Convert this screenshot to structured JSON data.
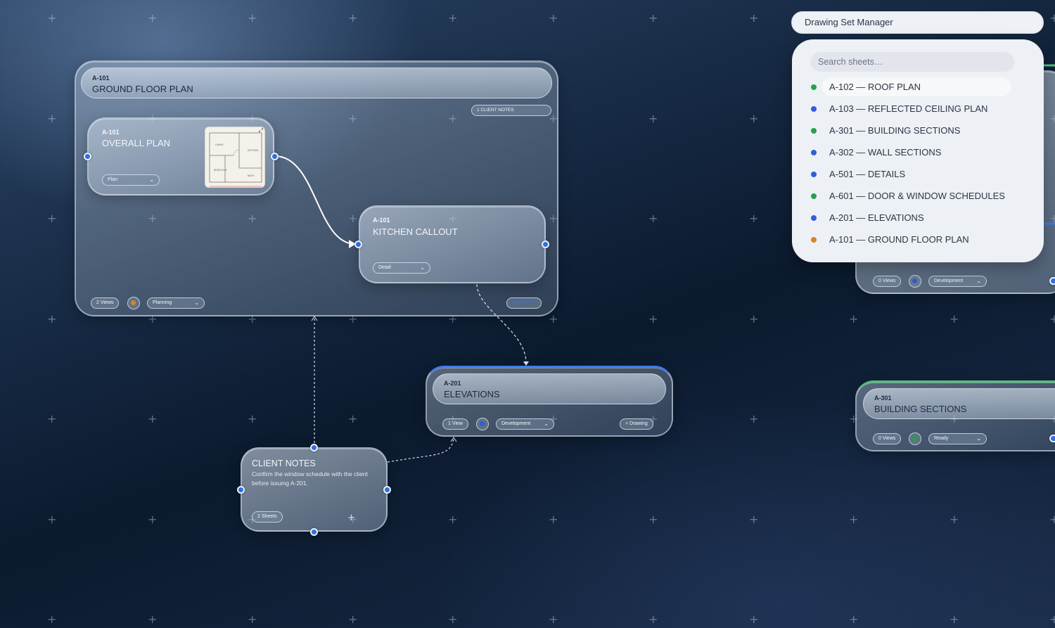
{
  "colors": {
    "accent_blue": "#2f6fe0",
    "status_green": "#22a34a",
    "status_blue": "#2f5ed8",
    "status_orange": "#d9822b",
    "elevations_border": "#3b7bea",
    "sections_border": "#53c07a"
  },
  "ground_floor": {
    "code": "A-101",
    "title": "GROUND FLOOR PLAN",
    "client_notes_tag": "1 CLIENT NOTES",
    "views": "2 Views",
    "status": "Planning",
    "pdf": "PDF V2"
  },
  "overall_plan": {
    "code": "A-101",
    "title": "OVERALL PLAN",
    "type": "Plan",
    "thumb_labels": [
      "LIVING",
      "KITCHEN",
      "BEDROOM",
      "BATH"
    ]
  },
  "kitchen_callout": {
    "code": "A-101",
    "title": "KITCHEN CALLOUT",
    "type": "Detail"
  },
  "elevations": {
    "code": "A-201",
    "title": "ELEVATIONS",
    "views": "1 View",
    "status": "Development",
    "add_drawing": "+ Drawing"
  },
  "client_notes": {
    "title": "CLIENT NOTES",
    "body": "Confirm the window schedule with the client before issuing A-201.",
    "sheets": "2 Sheets"
  },
  "partial_node": {
    "views": "0 Views",
    "status": "Development"
  },
  "building_sections": {
    "code": "A-301",
    "title": "BUILDING SECTIONS",
    "views": "0 Views",
    "status": "Ready"
  },
  "manager": {
    "title": "Drawing Set Manager",
    "search_placeholder": "Search sheets…",
    "items": [
      {
        "label": "A-102 — ROOF PLAN",
        "status": "green"
      },
      {
        "label": "A-103 — REFLECTED CEILING PLAN",
        "status": "blue"
      },
      {
        "label": "A-301 — BUILDING SECTIONS",
        "status": "green"
      },
      {
        "label": "A-302 — WALL SECTIONS",
        "status": "blue"
      },
      {
        "label": "A-501 — DETAILS",
        "status": "blue"
      },
      {
        "label": "A-601 — DOOR & WINDOW SCHEDULES",
        "status": "green"
      },
      {
        "label": "A-201 — ELEVATIONS",
        "status": "blue"
      },
      {
        "label": "A-101 — GROUND FLOOR PLAN",
        "status": "orange"
      }
    ]
  }
}
